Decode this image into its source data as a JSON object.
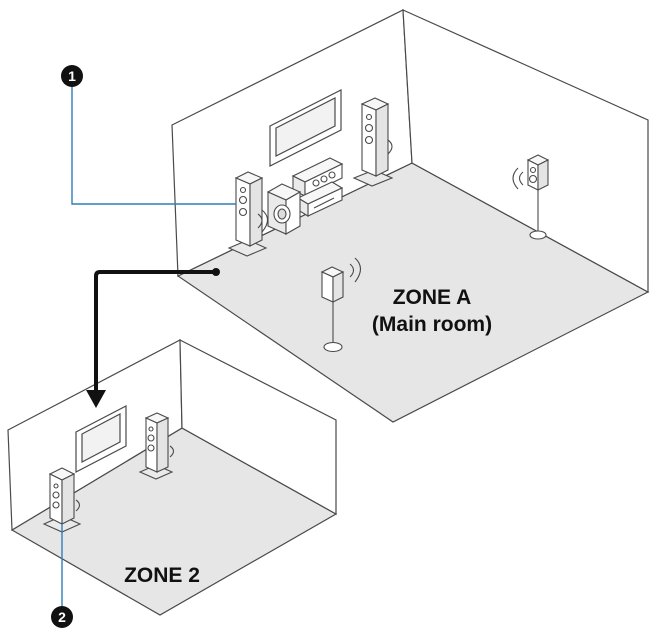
{
  "markers": [
    {
      "number": "1"
    },
    {
      "number": "2"
    }
  ],
  "zone_a": {
    "title": "ZONE A",
    "subtitle": "(Main room)"
  },
  "zone_2": {
    "title": "ZONE 2"
  },
  "colors": {
    "floor": "#e6e6e6",
    "line": "#4a4a4a",
    "leader": "#2e7fb8",
    "marker": "#111111",
    "arrow": "#111111"
  },
  "icons": {
    "speaker": "floor-speaker-icon",
    "sound": "sound-waves-icon",
    "tv": "tv-icon",
    "receiver": "av-receiver-icon",
    "subwoofer": "subwoofer-icon"
  }
}
